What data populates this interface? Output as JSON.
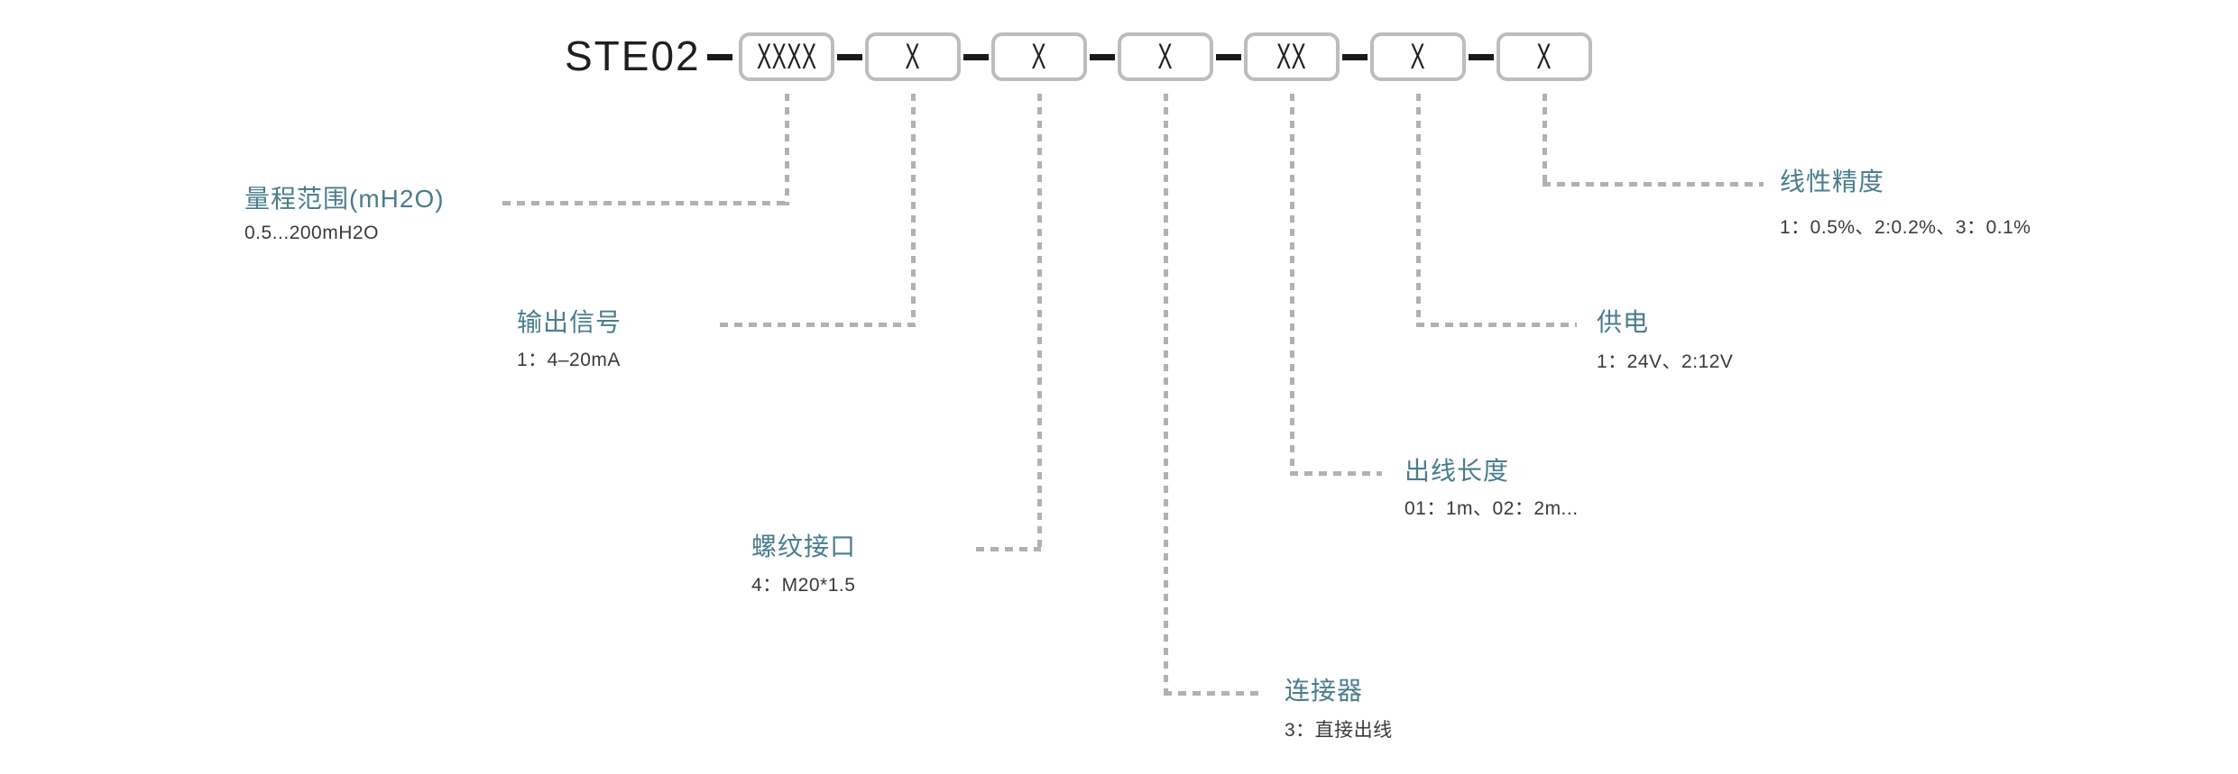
{
  "model_code": {
    "prefix": "STE02",
    "segments": [
      {
        "code": "XXXX"
      },
      {
        "code": "X"
      },
      {
        "code": "X"
      },
      {
        "code": "X"
      },
      {
        "code": "XX"
      },
      {
        "code": "X"
      },
      {
        "code": "X"
      }
    ]
  },
  "fields": [
    {
      "id": "range",
      "label": "量程范围(mH2O)",
      "value": "0.5...200mH2O"
    },
    {
      "id": "output",
      "label": "输出信号",
      "value": "1：4–20mA"
    },
    {
      "id": "thread",
      "label": "螺纹接口",
      "value": "4：M20*1.5"
    },
    {
      "id": "connector",
      "label": "连接器",
      "value": "3：直接出线"
    },
    {
      "id": "cable",
      "label": "出线长度",
      "value": "01：1m、02：2m..."
    },
    {
      "id": "power",
      "label": "供电",
      "value": "1：24V、2:12V"
    },
    {
      "id": "accuracy",
      "label": "线性精度",
      "value": "1：0.5%、2:0.2%、3：0.1%"
    }
  ],
  "colors": {
    "label_accent": "#4a7d8c",
    "code_text": "#222222",
    "value_text": "#3a3a3a",
    "box_border": "#bdbdbd",
    "leader_line": "#b3b1ae",
    "separator_dash": "#1a1a1a"
  }
}
